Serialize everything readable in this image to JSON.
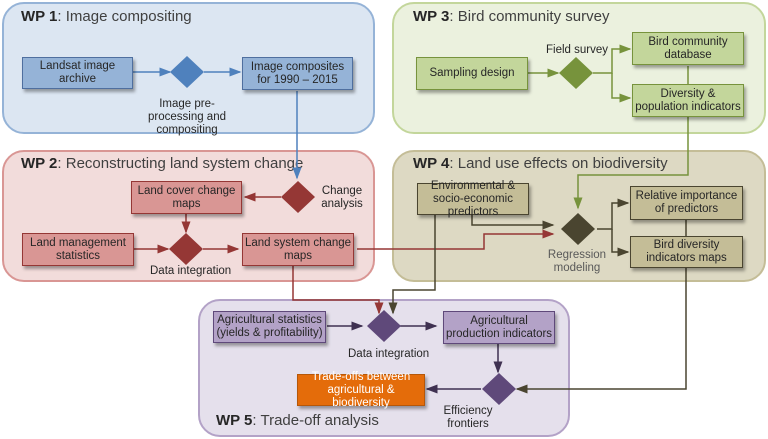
{
  "work_packages": {
    "wp1": {
      "number": "WP 1",
      "title": ": Image compositing"
    },
    "wp2": {
      "number": "WP 2",
      "title": ": Reconstructing land system change"
    },
    "wp3": {
      "number": "WP 3",
      "title": ": Bird community survey"
    },
    "wp4": {
      "number": "WP 4",
      "title": ": Land use effects on biodiversity"
    },
    "wp5": {
      "number": "WP 5",
      "title": ": Trade-off analysis"
    }
  },
  "boxes": {
    "landsat": "Landsat image archive",
    "composites": "Image composites for 1990 – 2015",
    "sampling": "Sampling design",
    "bird_db": "Bird community database",
    "diversity": "Diversity & population indicators",
    "land_cover": "Land cover change maps",
    "land_mgmt": "Land management statistics",
    "land_system": "Land system change maps",
    "env_pred": "Environmental & socio-economic predictors",
    "rel_importance": "Relative importance of predictors",
    "bird_maps": "Bird diversity indicators maps",
    "ag_stats": "Agricultural statistics (yields & profitability)",
    "ag_prod": "Agricultural production indicators",
    "tradeoffs": "Trade-offs between agricultural & biodiversity"
  },
  "processes": {
    "preprocessing": "Image pre-processing and compositing",
    "field_survey": "Field survey",
    "change_analysis": "Change analysis",
    "data_integration_wp2": "Data integration",
    "regression": "Regression modeling",
    "data_integration_wp5": "Data integration",
    "efficiency": "Efficiency frontiers"
  },
  "colors": {
    "wp1": "#4f81bd",
    "wp2": "#953735",
    "wp3": "#77933c",
    "wp4": "#4a4530",
    "wp5": "#5f497a",
    "accent": "#e46c0a"
  }
}
